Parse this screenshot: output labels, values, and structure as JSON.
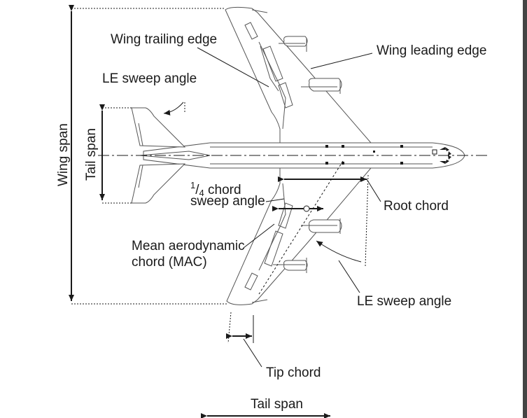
{
  "labels": {
    "wing_trailing_edge": "Wing trailing edge",
    "wing_leading_edge": "Wing leading edge",
    "le_sweep_angle_top": "LE sweep angle",
    "wing_span": "Wing span",
    "tail_span_vertical": "Tail span",
    "quarter_chord_num": "1",
    "quarter_chord_slash": "/",
    "quarter_chord_den": "4",
    "quarter_chord_word": " chord",
    "sweep_angle": "sweep angle",
    "root_chord": "Root chord",
    "mac_line1": "Mean aerodynamic",
    "mac_line2": "chord (MAC)",
    "le_sweep_angle_bottom": "LE sweep angle",
    "tip_chord": "Tip chord",
    "tail_span_bottom": "Tail span"
  },
  "colors": {
    "line": "#1a1a1a",
    "outline": "#555555",
    "frame": "#444444"
  }
}
